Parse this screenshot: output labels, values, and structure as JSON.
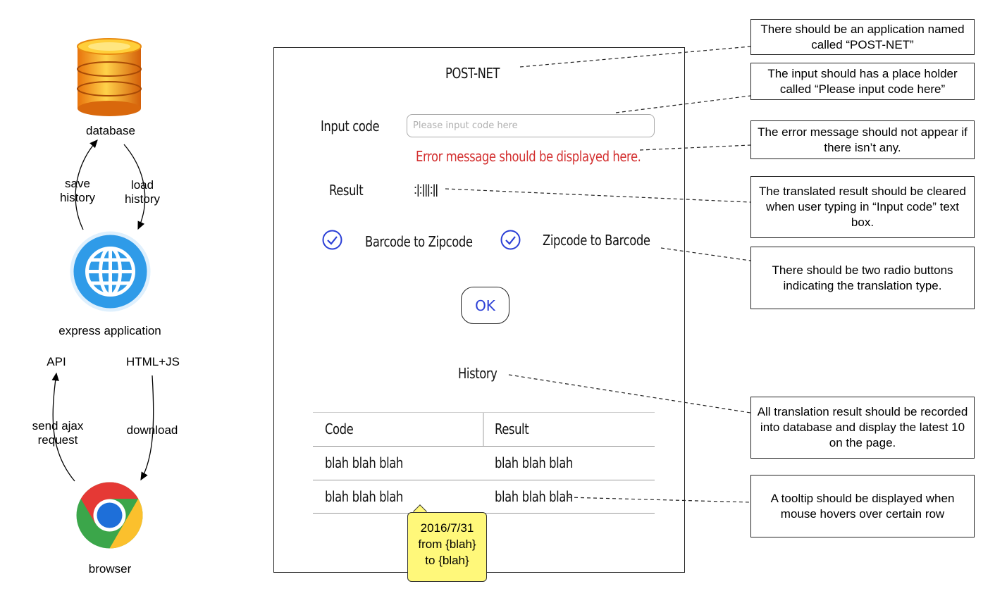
{
  "architecture": {
    "database_label": "database",
    "save_history": "save\nhistory",
    "load_history": "load\nhistory",
    "express_label": "express application",
    "api_label": "API",
    "htmljs_label": "HTML+JS",
    "send_ajax": "send ajax\nrequest",
    "download": "download",
    "browser_label": "browser",
    "icons": [
      "database-icon",
      "globe-icon",
      "chrome-icon"
    ]
  },
  "wireframe": {
    "title": "POST-NET",
    "input_label": "Input code",
    "input_placeholder": "Please input code here",
    "error_message": "Error message should be displayed here.",
    "result_label": "Result",
    "result_value": ":|:|||:||",
    "radio_barcode_to_zipcode": "Barcode to Zipcode",
    "radio_zipcode_to_barcode": "Zipcode to Barcode",
    "ok_button": "OK",
    "history_title": "History",
    "history_columns": [
      "Code",
      "Result"
    ],
    "history_rows": [
      {
        "code": "blah blah blah",
        "result": "blah blah blah"
      },
      {
        "code": "blah blah blah",
        "result": "blah blah blah"
      }
    ],
    "tooltip": [
      "2016/7/31",
      "from {blah}",
      "to {blah}"
    ]
  },
  "notes": [
    "There should be an application named called “POST-NET”",
    "The input should has a place holder called “Please input code here”",
    "The error message should not appear if there isn’t any.",
    "The translated result should be cleared when user typing in “Input code” text box.",
    "There should be two radio buttons indicating the translation type.",
    "All translation result should be recorded into database and display the latest 10 on the page.",
    "A tooltip should be displayed when mouse hovers over certain row"
  ],
  "colors": {
    "error": "#d32f2f",
    "radio": "#2b3fd6",
    "ok_text": "#2b3fd6",
    "tooltip_bg": "#fff87a",
    "globe": "#2196f3",
    "database": "#f5a623"
  }
}
